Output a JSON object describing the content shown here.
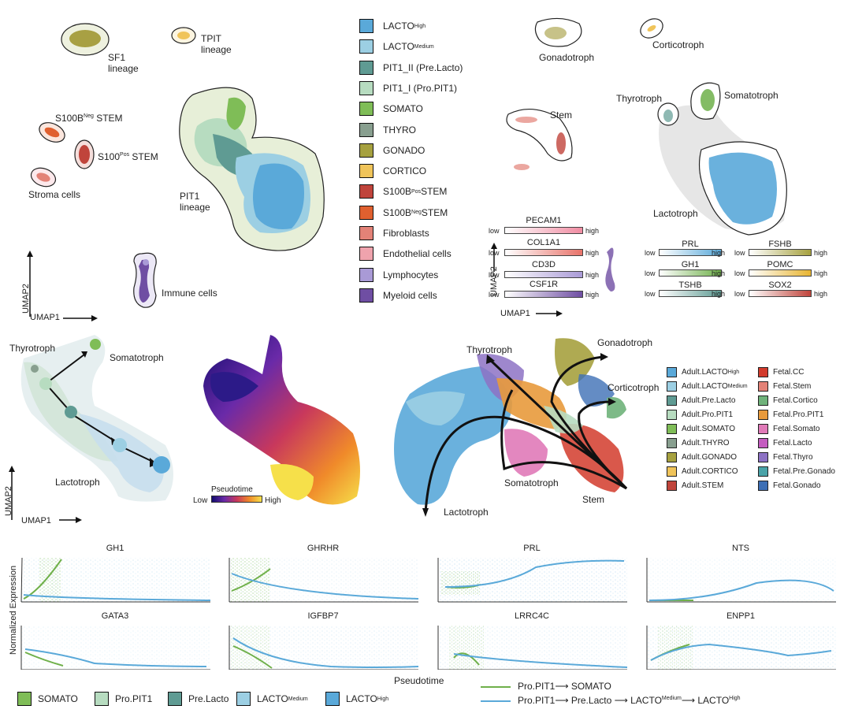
{
  "top_umap": {
    "clusters": [
      {
        "label": "SF1\nlineage"
      },
      {
        "label": "TPIT\nlineage"
      },
      {
        "label": "S100B",
        "sup": "Neg",
        "suffix": " STEM"
      },
      {
        "label": "S100",
        "sup": "Pos",
        "suffix": " STEM"
      },
      {
        "label": "Stroma cells"
      },
      {
        "label": "PIT1\nlineage"
      },
      {
        "label": "Immune cells"
      }
    ],
    "axis_x": "UMAP1",
    "axis_y": "UMAP2"
  },
  "legend_main": [
    {
      "label": "LACTO",
      "sup": "High",
      "color": "#5aa9d9"
    },
    {
      "label": "LACTO",
      "sup": "Medium",
      "color": "#9ccfe3"
    },
    {
      "label": "PIT1_II (Pre.Lacto)",
      "sup": "",
      "color": "#5f9b93"
    },
    {
      "label": "PIT1_I (Pro.PIT1)",
      "sup": "",
      "color": "#b7dcc0"
    },
    {
      "label": "SOMATO",
      "sup": "",
      "color": "#7fbd57"
    },
    {
      "label": "THYRO",
      "sup": "",
      "color": "#889f8f"
    },
    {
      "label": "GONADO",
      "sup": "",
      "color": "#a6a13f"
    },
    {
      "label": "CORTICO",
      "sup": "",
      "color": "#f0c45a"
    },
    {
      "label": "S100B",
      "sup": "Pos",
      "suffix": " STEM",
      "color": "#c0443b"
    },
    {
      "label": "S100B",
      "sup": "Neg",
      "suffix": " STEM",
      "color": "#e0602f"
    },
    {
      "label": "Fibroblasts",
      "sup": "",
      "color": "#e38277"
    },
    {
      "label": "Endothelial cells",
      "sup": "",
      "color": "#efa3ad"
    },
    {
      "label": "Lymphocytes",
      "sup": "",
      "color": "#a99ad6"
    },
    {
      "label": "Myeloid cells",
      "sup": "",
      "color": "#6f4ea3"
    }
  ],
  "marker_umap": {
    "labels": [
      "Gonadotroph",
      "Corticotroph",
      "Stem",
      "Thyrotroph",
      "Somatotroph",
      "Lactotroph"
    ],
    "axis_x": "UMAP1",
    "axis_y": "UMAP2",
    "gradients_left": [
      {
        "gene": "PECAM1",
        "color": "#f08ca2"
      },
      {
        "gene": "COL1A1",
        "color": "#e8736a"
      },
      {
        "gene": "CD3D",
        "color": "#a99ad6"
      },
      {
        "gene": "CSF1R",
        "color": "#6f4ea3"
      }
    ],
    "gradients_right": [
      {
        "gene": "PRL",
        "color": "#5aa9d9"
      },
      {
        "gene": "FSHB",
        "color": "#a6a13f"
      },
      {
        "gene": "GH1",
        "color": "#6fb04a"
      },
      {
        "gene": "POMC",
        "color": "#e8b531"
      },
      {
        "gene": "TSHB",
        "color": "#5f9b93"
      },
      {
        "gene": "SOX2",
        "color": "#c0443b"
      }
    ],
    "low": "low",
    "high": "high"
  },
  "trajectory": {
    "labels": [
      "Thyrotroph",
      "Somatotroph",
      "Lactotroph"
    ],
    "axis_x": "UMAP1",
    "axis_y": "UMAP2",
    "pseudotime": {
      "title": "Pseudotime",
      "low": "Low",
      "high": "High"
    }
  },
  "integrated": {
    "labels": [
      "Thyrotroph",
      "Gonadotroph",
      "Corticotroph",
      "Somatotroph",
      "Stem",
      "Lactotroph"
    ],
    "legend_adult": [
      {
        "label": "Adult.LACTO",
        "sup": "High",
        "color": "#5aa9d9"
      },
      {
        "label": "Adult.LACTO",
        "sup": "Medium",
        "color": "#9ccfe3"
      },
      {
        "label": "Adult.Pre.Lacto",
        "sup": "",
        "color": "#5f9b93"
      },
      {
        "label": "Adult.Pro.PIT1",
        "sup": "",
        "color": "#b7dcc0"
      },
      {
        "label": "Adult.SOMATO",
        "sup": "",
        "color": "#7fbd57"
      },
      {
        "label": "Adult.THYRO",
        "sup": "",
        "color": "#889f8f"
      },
      {
        "label": "Adult.GONADO",
        "sup": "",
        "color": "#a6a13f"
      },
      {
        "label": "Adult.CORTICO",
        "sup": "",
        "color": "#f0c45a"
      },
      {
        "label": "Adult.STEM",
        "sup": "",
        "color": "#c0443b"
      }
    ],
    "legend_fetal": [
      {
        "label": "Fetal.CC",
        "color": "#d23b2c"
      },
      {
        "label": "Fetal.Stem",
        "color": "#e38277"
      },
      {
        "label": "Fetal.Cortico",
        "color": "#6fb27a"
      },
      {
        "label": "Fetal.Pro.PIT1",
        "color": "#e89a3c"
      },
      {
        "label": "Fetal.Somato",
        "color": "#e07ab8"
      },
      {
        "label": "Fetal.Lacto",
        "color": "#c45cc0"
      },
      {
        "label": "Fetal.Thyro",
        "color": "#8d72c4"
      },
      {
        "label": "Fetal.Pre.Gonado",
        "color": "#4aa3a8"
      },
      {
        "label": "Fetal.Gonado",
        "color": "#3d6fb5"
      }
    ]
  },
  "expression": {
    "ylabel": "Normalized Expression",
    "xlabel": "Pseudotime",
    "panels": [
      {
        "gene": "GH1"
      },
      {
        "gene": "GHRHR"
      },
      {
        "gene": "PRL"
      },
      {
        "gene": "NTS"
      },
      {
        "gene": "GATA3"
      },
      {
        "gene": "IGFBP7"
      },
      {
        "gene": "LRRC4C"
      },
      {
        "gene": "ENPP1"
      }
    ],
    "legend_boxes": [
      {
        "label": "SOMATO",
        "sup": "",
        "color": "#7fbd57"
      },
      {
        "label": "Pro.PIT1",
        "sup": "",
        "color": "#b7dcc0"
      },
      {
        "label": "Pre.Lacto",
        "sup": "",
        "color": "#5f9b93"
      },
      {
        "label": "LACTO",
        "sup": "Medium",
        "color": "#9ccfe3"
      },
      {
        "label": "LACTO",
        "sup": "High",
        "color": "#5aa9d9"
      }
    ],
    "line_legend": [
      {
        "text": "Pro.PIT1⟶ SOMATO",
        "color": "#6fb04a"
      },
      {
        "text": "Pro.PIT1⟶ Pre.Lacto ⟶ LACTO",
        "sup1": "Medium",
        "text2": "⟶ LACTO",
        "sup2": "High",
        "color": "#5aa9d9"
      }
    ]
  }
}
